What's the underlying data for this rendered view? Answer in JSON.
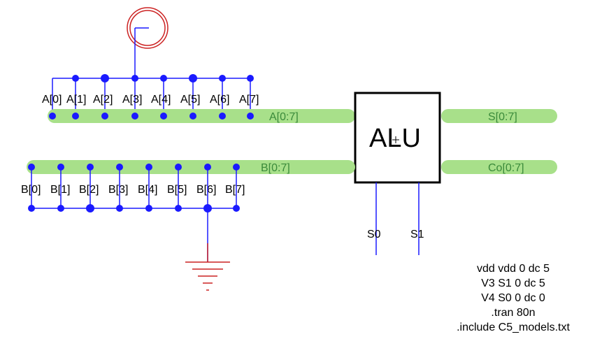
{
  "colors": {
    "wire": "#1a1aff",
    "bus": "#a8e08a",
    "bus_dot": "#7ac85a",
    "bus_label": "#3a8a3a",
    "component": "#cc2222",
    "block": "#000000"
  },
  "icons": {
    "supply": "voltage-source-icon",
    "ground": "ground-icon",
    "gate": "alu-block-icon"
  },
  "a_labels": [
    "A[0]",
    "A[1]",
    "A[2]",
    "A[3]",
    "A[4]",
    "A[5]",
    "A[6]",
    "A[7]"
  ],
  "b_labels": [
    "B[0]",
    "B[1]",
    "B[2]",
    "B[3]",
    "B[4]",
    "B[5]",
    "B[6]",
    "B[7]"
  ],
  "bus_labels": {
    "a": "A[0:7]",
    "b": "B[0:7]",
    "s": "S[0:7]",
    "co": "Co[0:7]"
  },
  "alu": {
    "title": "ALU"
  },
  "select_pins": {
    "s0": "S0",
    "s1": "S1"
  },
  "spice_lines": [
    "vdd vdd 0 dc 5",
    "V3 S1 0 dc 5",
    "V4 S0 0 dc 0",
    ".tran 80n",
    ".include C5_models.txt"
  ]
}
